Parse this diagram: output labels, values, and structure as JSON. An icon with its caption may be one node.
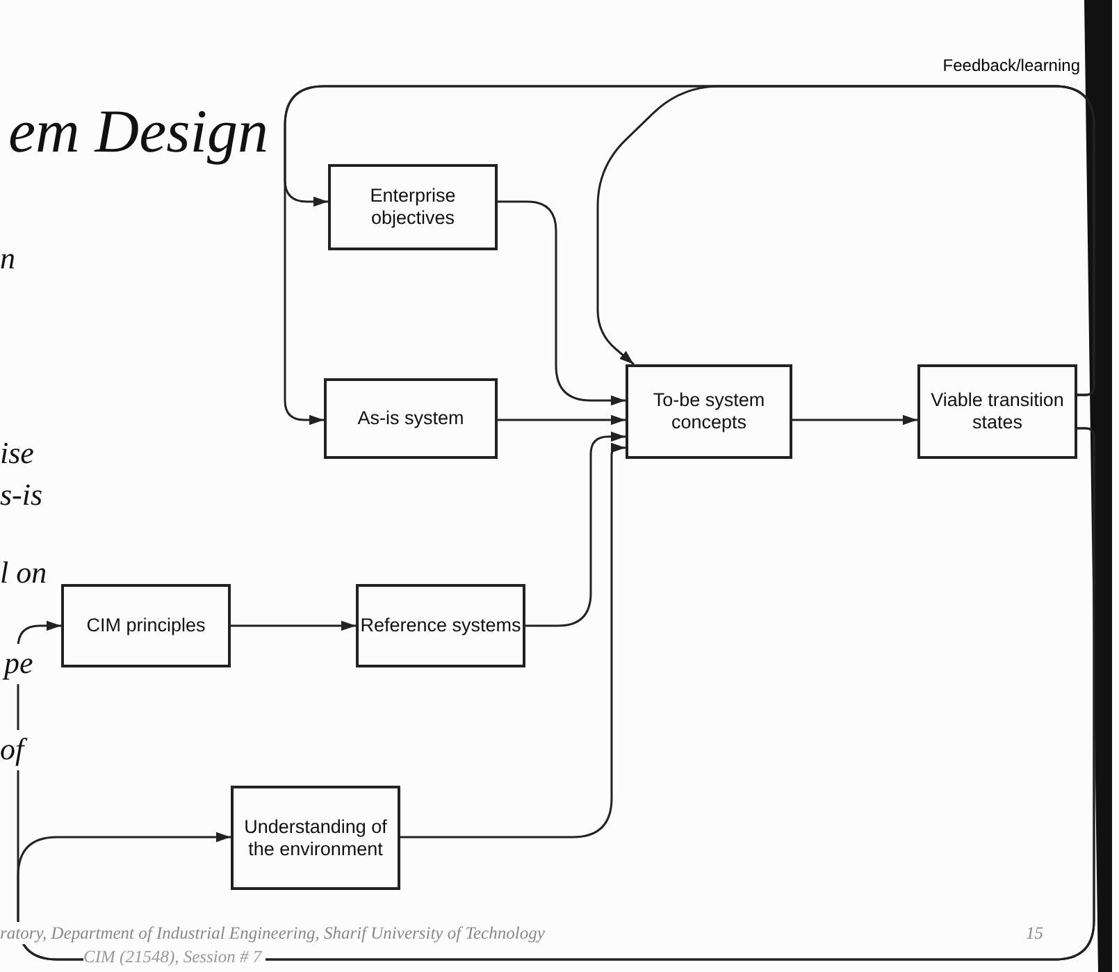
{
  "diagram": {
    "nodes": [
      {
        "text": [
          "Enterprise objectives"
        ]
      },
      {
        "text": [
          "As-is system"
        ]
      },
      {
        "text": [
          "To-be system concepts"
        ]
      },
      {
        "text": [
          "Viable transition states"
        ]
      },
      {
        "text": [
          "CIM principles"
        ]
      },
      {
        "text": [
          "Reference systems"
        ]
      },
      {
        "text": [
          "Understanding of the environment"
        ]
      }
    ],
    "edges": [
      {
        "from": 0,
        "to": 2,
        "arrow": "to"
      },
      {
        "from": 1,
        "to": 2,
        "arrow": "to"
      },
      {
        "from": 5,
        "to": 2,
        "arrow": "to"
      },
      {
        "from": 6,
        "to": 2,
        "arrow": "to"
      },
      {
        "from": 2,
        "to": 3,
        "arrow": "to"
      },
      {
        "from": 4,
        "to": 5,
        "arrow": "to"
      },
      {
        "from": 3,
        "to": 0,
        "arrow": "to",
        "label": "Feedback/learning"
      },
      {
        "from": 3,
        "to": 1,
        "arrow": "to"
      },
      {
        "from": 3,
        "to": 2,
        "arrow": "to"
      },
      {
        "from": 3,
        "to": 4,
        "arrow": "to"
      },
      {
        "from": 3,
        "to": 6,
        "arrow": "to"
      }
    ],
    "labels": [
      "em Design",
      "n",
      "ise",
      "s-is",
      "l on",
      "pe",
      "of",
      "ratory, Department of Industrial Engineering, Sharif University of Technology",
      "15",
      "CIM (21548), Session # 7"
    ]
  }
}
